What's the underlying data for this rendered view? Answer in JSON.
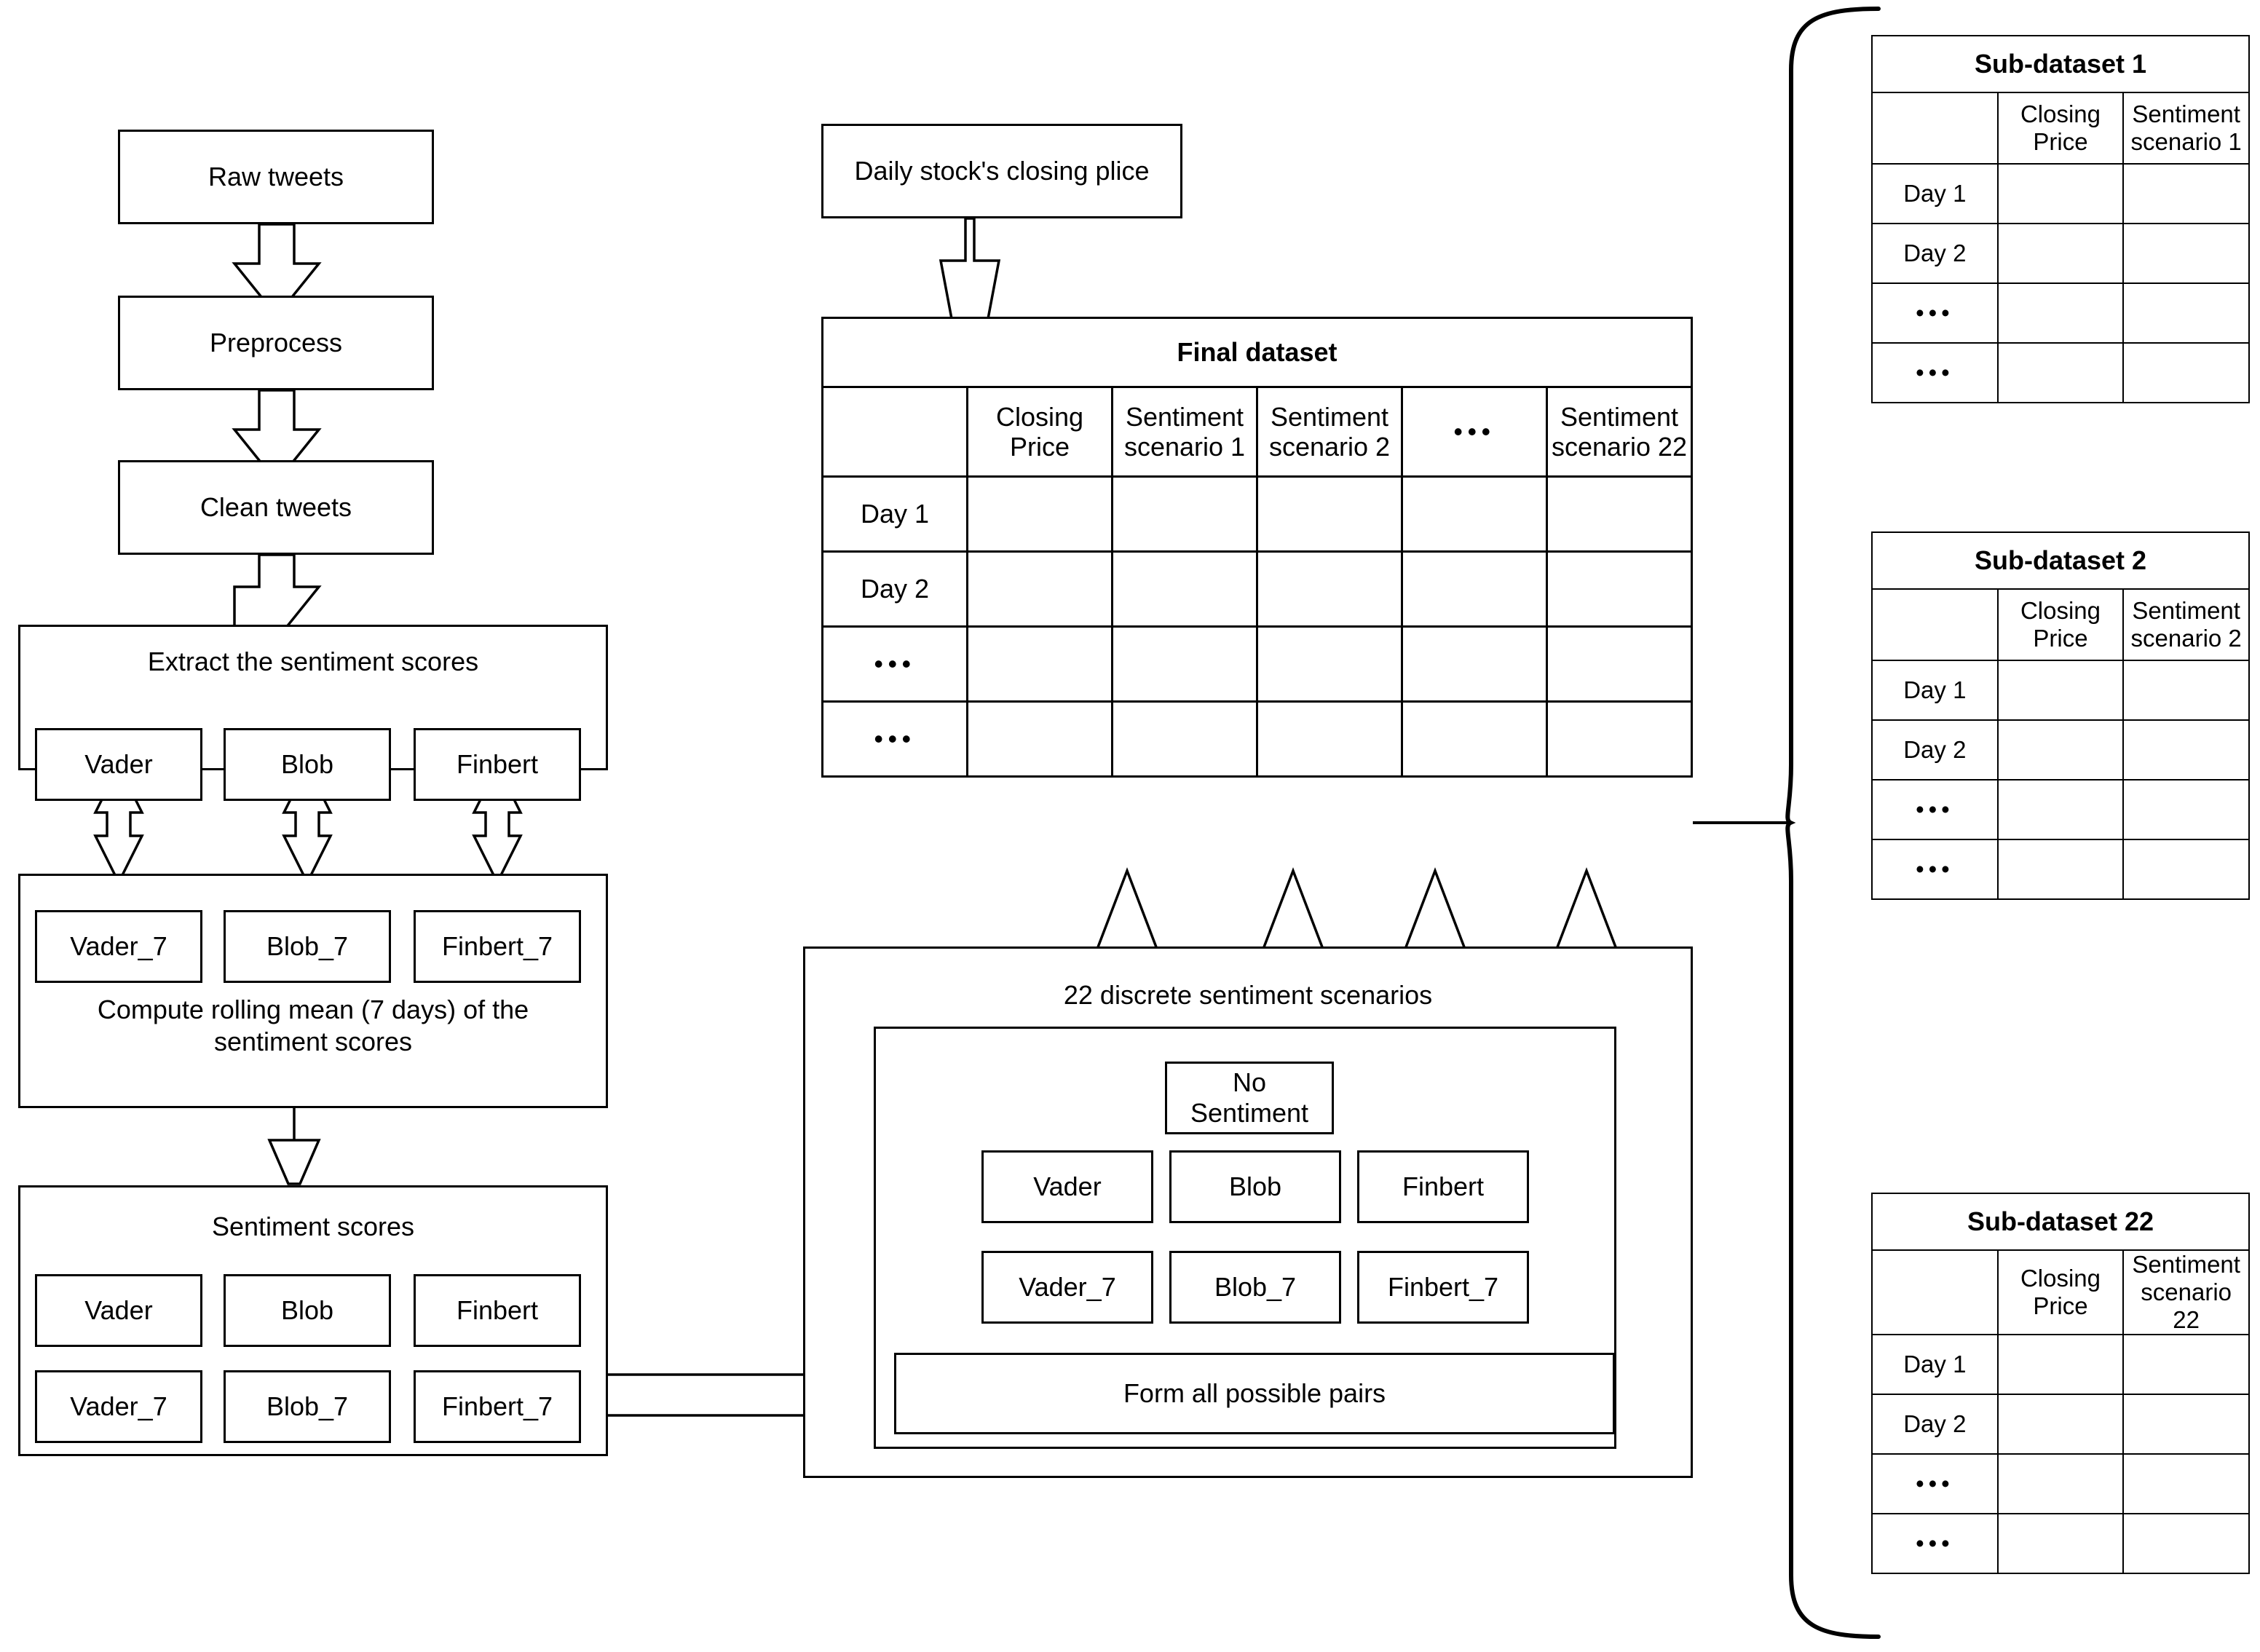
{
  "diagram": {
    "left_pipeline": {
      "raw_tweets": "Raw tweets",
      "preprocess": "Preprocess",
      "clean_tweets": "Clean tweets",
      "extract_group_title": "Extract the sentiment scores",
      "extract_models": [
        "Vader",
        "Blob",
        "Finbert"
      ],
      "rolling_group_title": "Compute rolling mean (7 days) of the\nsentiment scores",
      "rolling_models": [
        "Vader_7",
        "Blob_7",
        "Finbert_7"
      ],
      "scores_group_title": "Sentiment scores",
      "scores_row1": [
        "Vader",
        "Blob",
        "Finbert"
      ],
      "scores_row2": [
        "Vader_7",
        "Blob_7",
        "Finbert_7"
      ]
    },
    "stock_source": {
      "label": "Daily stock's closing plice"
    },
    "final_dataset": {
      "title": "Final dataset",
      "columns": [
        "",
        "Closing\nPrice",
        "Sentiment\nscenario 1",
        "Sentiment\nscenario 2",
        "•••",
        "Sentiment\nscenario 22"
      ],
      "rows": [
        {
          "label": "Day 1",
          "cells": [
            "",
            "",
            "",
            "",
            ""
          ]
        },
        {
          "label": "Day 2",
          "cells": [
            "",
            "",
            "",
            "",
            ""
          ]
        },
        {
          "label": "•••",
          "cells": [
            "",
            "",
            "",
            "",
            ""
          ]
        },
        {
          "label": "•••",
          "cells": [
            "",
            "",
            "",
            "",
            ""
          ]
        }
      ]
    },
    "scenarios": {
      "group_title": "22 discrete sentiment scenarios",
      "no_sentiment": "No\nSentiment",
      "row1": [
        "Vader",
        "Blob",
        "Finbert"
      ],
      "row2": [
        "Vader_7",
        "Blob_7",
        "Finbert_7"
      ],
      "pairs_label": "Form all possible pairs"
    },
    "sub_datasets": [
      {
        "title": "Sub-dataset 1",
        "columns": [
          "",
          "Closing\nPrice",
          "Sentiment\nscenario 1"
        ],
        "rows": [
          {
            "label": "Day 1",
            "cells": [
              "",
              ""
            ]
          },
          {
            "label": "Day 2",
            "cells": [
              "",
              ""
            ]
          },
          {
            "label": "•••",
            "cells": [
              "",
              ""
            ]
          },
          {
            "label": "•••",
            "cells": [
              "",
              ""
            ]
          }
        ]
      },
      {
        "title": "Sub-dataset 2",
        "columns": [
          "",
          "Closing\nPrice",
          "Sentiment\nscenario 2"
        ],
        "rows": [
          {
            "label": "Day 1",
            "cells": [
              "",
              ""
            ]
          },
          {
            "label": "Day 2",
            "cells": [
              "",
              ""
            ]
          },
          {
            "label": "•••",
            "cells": [
              "",
              ""
            ]
          },
          {
            "label": "•••",
            "cells": [
              "",
              ""
            ]
          }
        ]
      },
      {
        "title": "Sub-dataset 22",
        "columns": [
          "",
          "Closing\nPrice",
          "Sentiment\nscenario 22"
        ],
        "rows": [
          {
            "label": "Day 1",
            "cells": [
              "",
              ""
            ]
          },
          {
            "label": "Day 2",
            "cells": [
              "",
              ""
            ]
          },
          {
            "label": "•••",
            "cells": [
              "",
              ""
            ]
          },
          {
            "label": "•••",
            "cells": [
              "",
              ""
            ]
          }
        ]
      }
    ],
    "colors": {
      "stroke": "#000000",
      "background": "#ffffff"
    }
  }
}
